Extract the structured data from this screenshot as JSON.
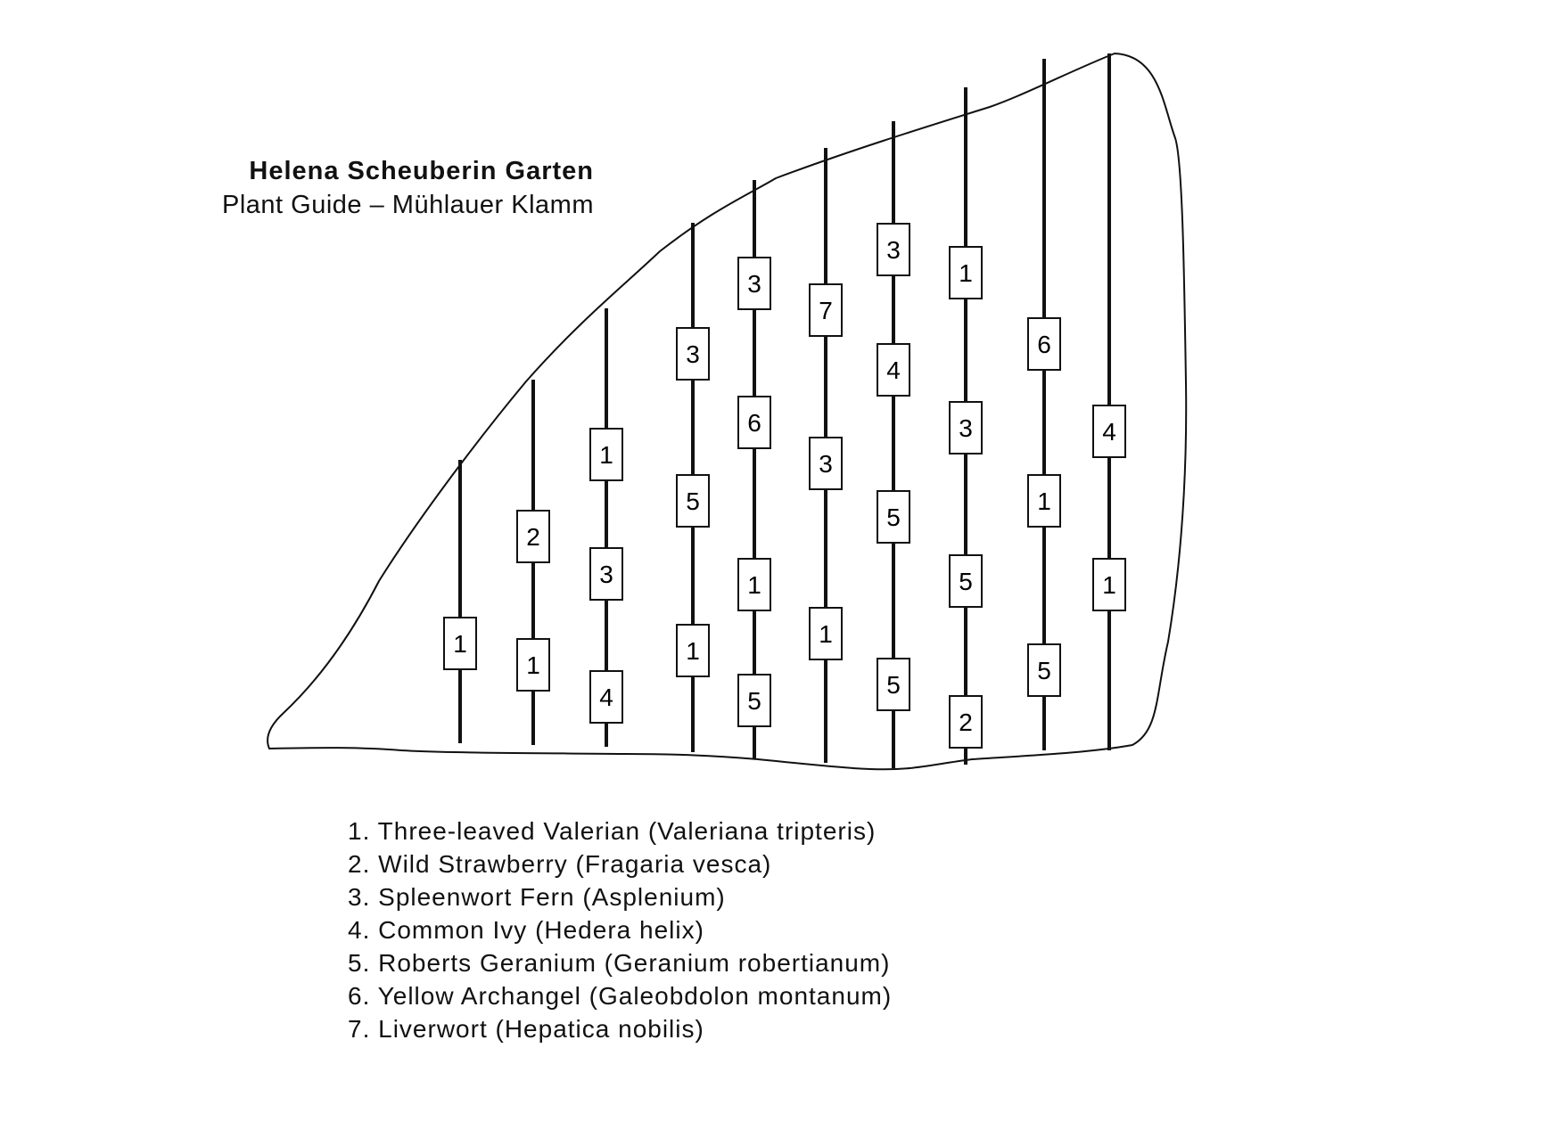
{
  "title": "Helena Scheuberin Garten",
  "subtitle": "Plant Guide – Mühlauer Klamm",
  "legend": [
    {
      "number": "1.",
      "name": "Three-leaved Valerian (Valeriana tripteris)"
    },
    {
      "number": "2.",
      "name": "Wild Strawberry (Fragaria vesca)"
    },
    {
      "number": "3.",
      "name": "Spleenwort Fern (Asplenium)"
    },
    {
      "number": "4.",
      "name": "Common Ivy (Hedera helix)"
    },
    {
      "number": "5.",
      "name": "Roberts Geranium (Geranium robertianum)"
    },
    {
      "number": "6.",
      "name": "Yellow Archangel (Galeobdolon montanum)"
    },
    {
      "number": "7.",
      "name": "Liverwort (Hepatica nobilis)"
    }
  ],
  "rows": [
    {
      "plants": [
        "1"
      ]
    },
    {
      "plants": [
        "2",
        "1"
      ]
    },
    {
      "plants": [
        "1",
        "3",
        "4"
      ]
    },
    {
      "plants": [
        "3",
        "5",
        "1"
      ]
    },
    {
      "plants": [
        "3",
        "6",
        "1",
        "5"
      ]
    },
    {
      "plants": [
        "7",
        "3",
        "1"
      ]
    },
    {
      "plants": [
        "3",
        "4",
        "5",
        "5"
      ]
    },
    {
      "plants": [
        "1",
        "3",
        "5",
        "2"
      ]
    },
    {
      "plants": [
        "6",
        "1",
        "5"
      ]
    },
    {
      "plants": [
        "4",
        "1"
      ]
    }
  ]
}
